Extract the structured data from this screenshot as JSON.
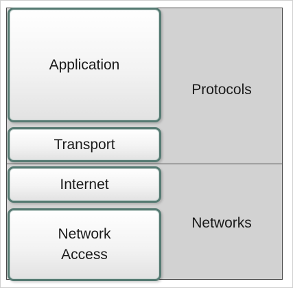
{
  "layers": [
    {
      "id": "application",
      "lines": [
        "Application"
      ]
    },
    {
      "id": "transport",
      "lines": [
        "Transport"
      ]
    },
    {
      "id": "internet",
      "lines": [
        "Internet"
      ]
    },
    {
      "id": "network-access",
      "lines": [
        "Network",
        "Access"
      ]
    }
  ],
  "groups": {
    "protocols": "Protocols",
    "networks": "Networks"
  },
  "colors": {
    "panel_fill": "#d2d2d2",
    "panel_border": "#4a4a4a",
    "layer_border": "#557a72"
  }
}
